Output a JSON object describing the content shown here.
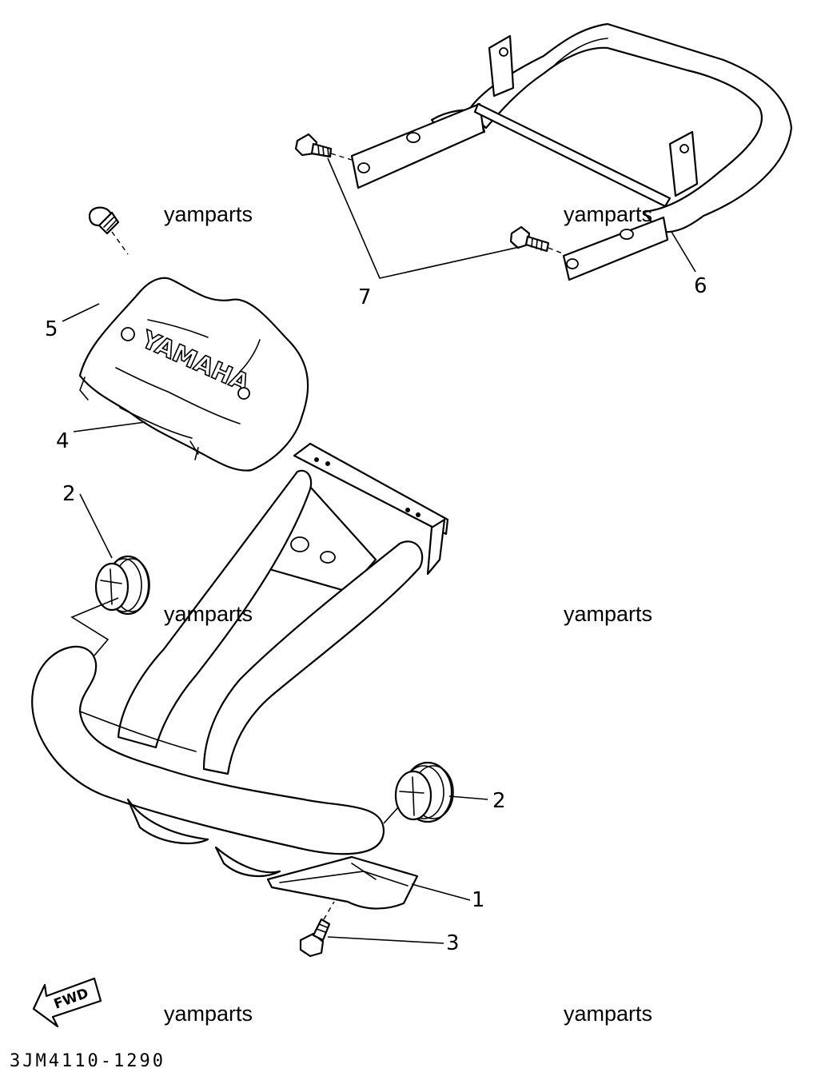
{
  "callouts": {
    "c1": "1",
    "c2a": "2",
    "c2b": "2",
    "c3": "3",
    "c4": "4",
    "c5": "5",
    "c6": "6",
    "c7": "7"
  },
  "watermarks": [
    "yamparts",
    "yamparts",
    "yamparts",
    "yamparts",
    "yamparts",
    "yamparts"
  ],
  "logo_text": "YAMAHA",
  "fwd_label": "FWD",
  "diagram_code": "3JM4110-1290"
}
